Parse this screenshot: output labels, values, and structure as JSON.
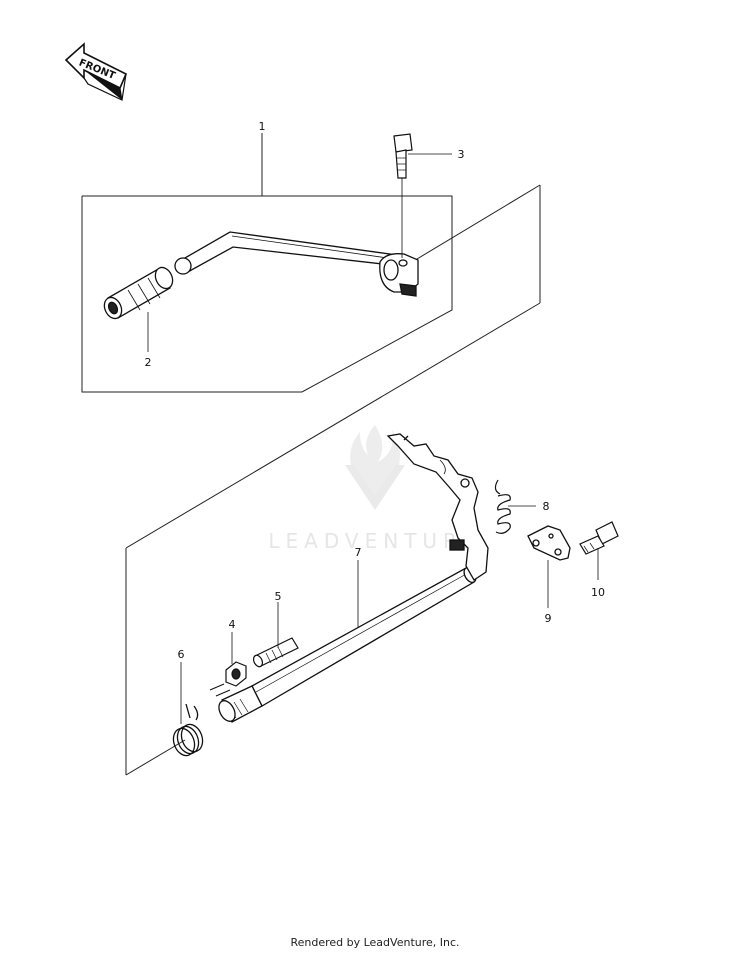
{
  "direction_label": "FRONT",
  "watermark_text": "LEADVENTURE",
  "footer_text": "Rendered by LeadVenture, Inc.",
  "callouts": [
    "1",
    "2",
    "3",
    "4",
    "5",
    "6",
    "7",
    "8",
    "9",
    "10"
  ],
  "colors": {
    "ink": "#111111",
    "watermark": "#e6e6e6"
  }
}
